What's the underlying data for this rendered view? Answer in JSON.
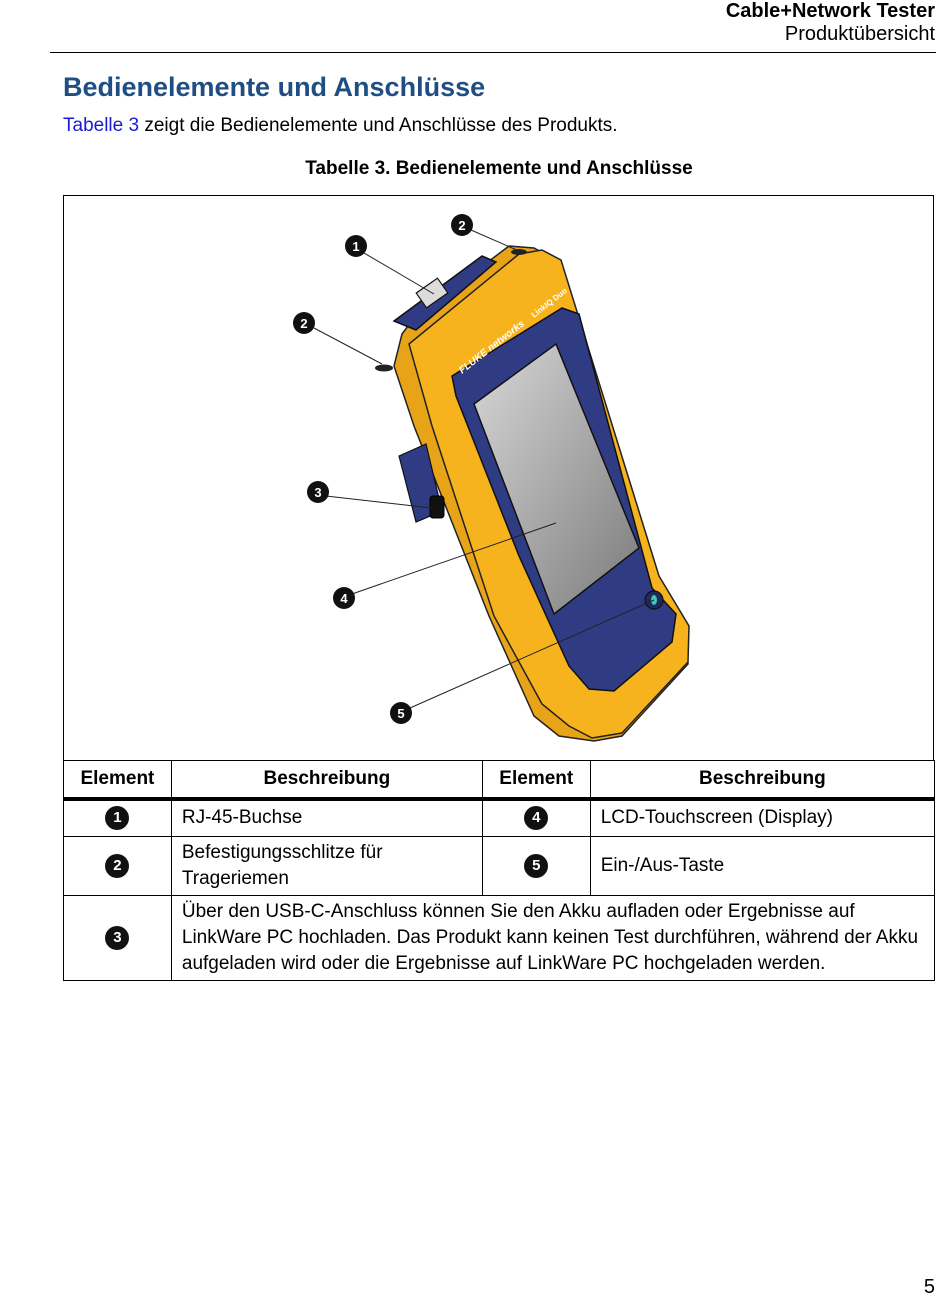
{
  "header": {
    "title": "Cable+Network Tester",
    "subtitle": "Produktübersicht"
  },
  "section": {
    "title": "Bedienelemente und Anschlüsse",
    "intro_link": "Tabelle 3",
    "intro_rest": " zeigt die Bedienelemente und Anschlüsse des Produkts."
  },
  "table": {
    "caption": "Tabelle 3. Bedienelemente und Anschlüsse",
    "headers": [
      "Element",
      "Beschreibung",
      "Element",
      "Beschreibung"
    ],
    "rows": [
      {
        "n1": "1",
        "d1": "RJ-45-Buchse",
        "n2": "4",
        "d2": "LCD-Touchscreen (Display)"
      },
      {
        "n1": "2",
        "d1": "Befestigungsschlitze für Trageriemen",
        "n2": "5",
        "d2": "Ein-/Aus-Taste"
      },
      {
        "n1": "3",
        "d1": "Über den USB-C-Anschluss können Sie den Akku aufladen oder Ergebnisse auf LinkWare PC hochladen. Das Produkt kann keinen Test durchführen, während der Akku aufgeladen wird oder die Ergebnisse auf LinkWare PC hochgeladen werden."
      }
    ]
  },
  "figure": {
    "callouts": [
      "1",
      "2",
      "2",
      "3",
      "4",
      "5"
    ],
    "brand_text": "FLUKE networks",
    "model_text": "LinkIQ Duo",
    "colors": {
      "body": "#f6b31d",
      "bezel": "#2f3c84",
      "screen": "#9a9a9a"
    }
  },
  "page_number": "5"
}
